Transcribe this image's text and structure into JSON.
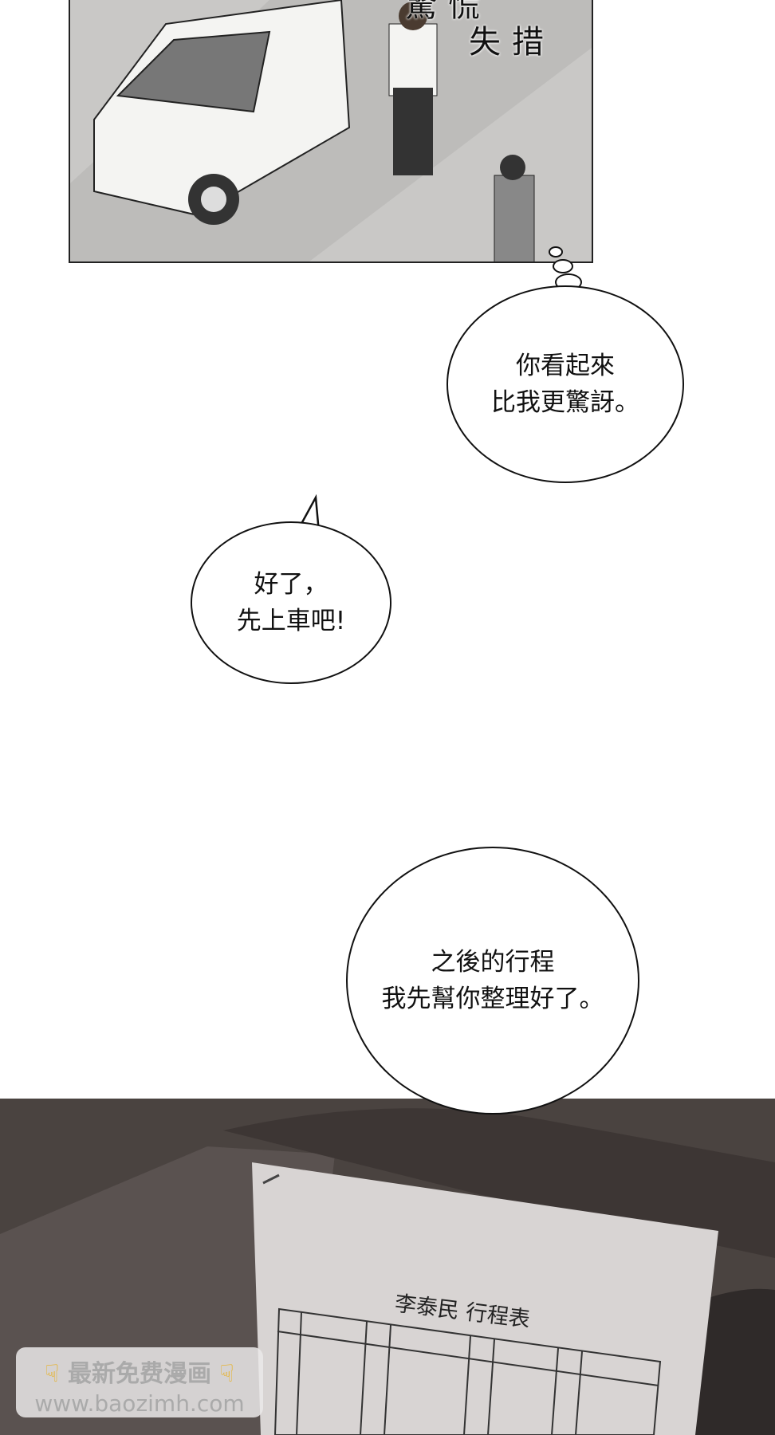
{
  "panels": {
    "top": {
      "sfx_partial": "驚慌",
      "sfx": "失措"
    },
    "bottom": {
      "document_title": "李泰民 行程表"
    }
  },
  "bubbles": [
    {
      "type": "thought",
      "lines": [
        "你看起來",
        "比我更驚訝。"
      ]
    },
    {
      "type": "speech",
      "lines": [
        "好了，",
        "先上車吧!"
      ]
    },
    {
      "type": "speech",
      "lines": [
        "之後的行程",
        "我先幫你整理好了。"
      ]
    }
  ],
  "watermark": {
    "line1": "最新免费漫画",
    "line2": "www.baozimh.com",
    "icon": "pointing-down-hand-icon"
  },
  "colors": {
    "panel_gray": "#c9c8c6",
    "dark_bg": "#4a4340",
    "paper": "#d8d4d3"
  }
}
